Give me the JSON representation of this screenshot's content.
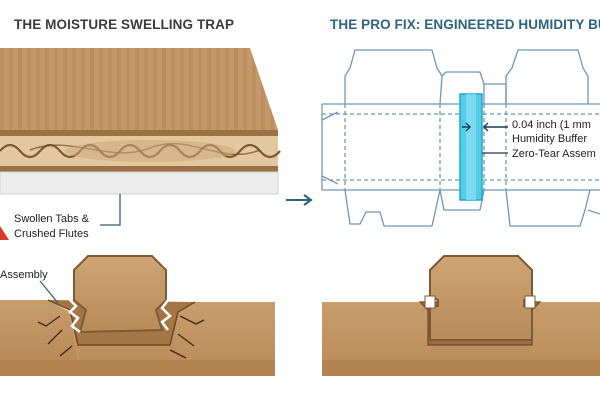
{
  "left_panel": {
    "title": "THE MOISTURE SWELLING TRAP",
    "callout_line1": "Swollen Tabs &",
    "callout_line2": "Crushed Flutes",
    "assembly_label": "Assembly"
  },
  "right_panel": {
    "title": "THE PRO FIX: ENGINEERED HUMIDITY BUFF",
    "buffer_line1": "0.04 inch (1 mm",
    "buffer_line2": "Humidity Buffer",
    "zero_tear_label": "Zero-Tear Assem"
  },
  "arrow": "→",
  "colors": {
    "cardboard": "#c69a6a",
    "cardboard_dark": "#8a6138",
    "dieline": "#7fa6c2",
    "buffer_highlight": "#3fc7e6",
    "warning_red": "#d9362b",
    "title_blue": "#2d6480"
  }
}
